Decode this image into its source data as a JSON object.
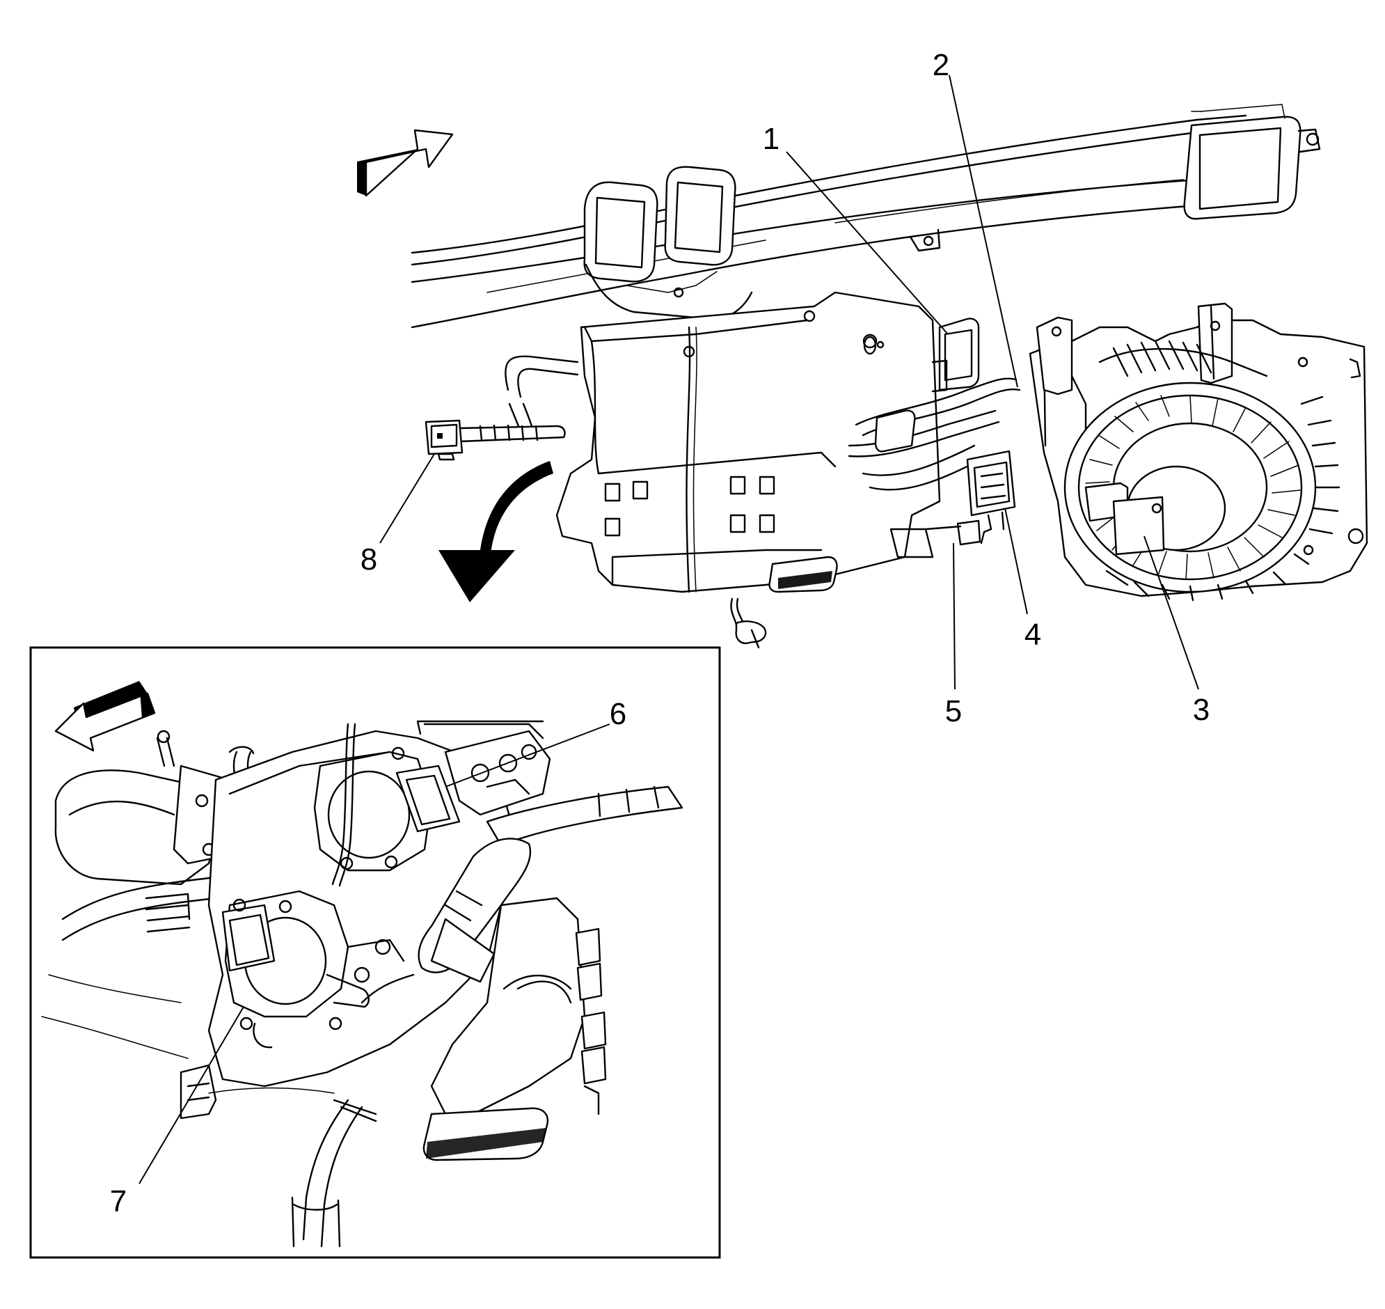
{
  "callouts": [
    {
      "id": "1",
      "label": "1"
    },
    {
      "id": "2",
      "label": "2"
    },
    {
      "id": "3",
      "label": "3"
    },
    {
      "id": "4",
      "label": "4"
    },
    {
      "id": "5",
      "label": "5"
    },
    {
      "id": "6",
      "label": "6"
    },
    {
      "id": "7",
      "label": "7"
    },
    {
      "id": "8",
      "label": "8"
    }
  ],
  "icons": {
    "main_direction_arrow": "forward-direction-arrow-icon",
    "removal_arrow": "curved-removal-arrow-icon",
    "inset_direction_arrow": "forward-direction-arrow-icon"
  },
  "colors": {
    "line": "#000000",
    "background": "#ffffff"
  }
}
